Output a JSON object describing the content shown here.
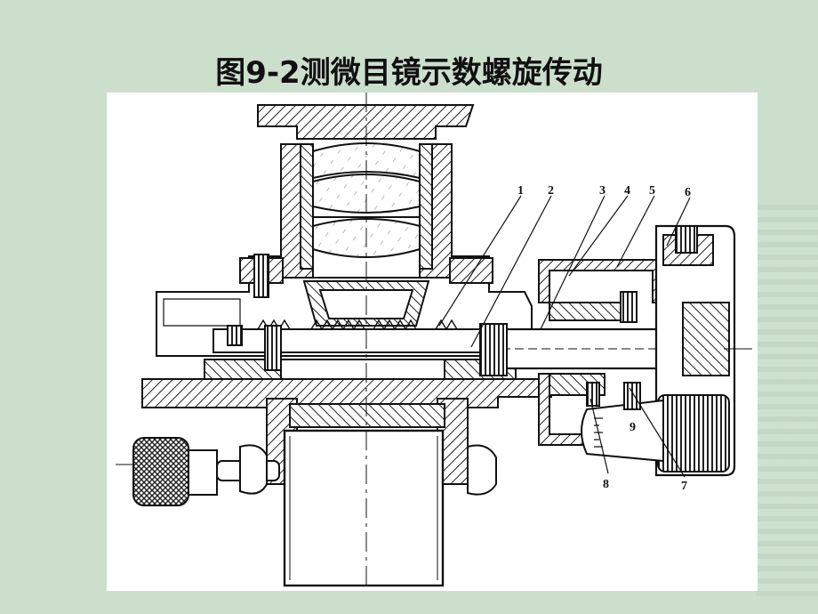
{
  "slide": {
    "title": "图9-2测微目镜示数螺旋传动"
  },
  "diagram": {
    "callouts": [
      "1",
      "2",
      "3",
      "4",
      "5",
      "6",
      "7",
      "8",
      "9"
    ]
  }
}
